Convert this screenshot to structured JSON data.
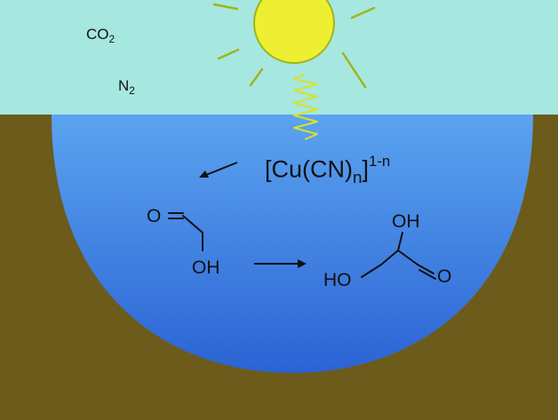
{
  "gases": {
    "co2": {
      "main": "CO",
      "sub": "2"
    },
    "n2": {
      "main": "N",
      "sub": "2"
    }
  },
  "catalyst": {
    "open": "[Cu(CN)",
    "sub": "n",
    "close": "]",
    "sup": "1-n"
  },
  "molecules": {
    "glycolaldehyde": {
      "o_label": "O",
      "oh_label": "OH"
    },
    "glyceraldehyde": {
      "ho_label": "HO",
      "oh_label": "OH",
      "o_label": "O"
    }
  },
  "colors": {
    "sky": "#a6e7e0",
    "ground": "#6c5b1a",
    "water_light": "#5ba4f0",
    "water_dark": "#2b63d4",
    "sun": "#eeee33",
    "sun_stroke": "#9fb51a",
    "ink": "#111111"
  },
  "icons": [
    "sun-icon",
    "radiation-wave-icon",
    "reaction-arrow-icon"
  ]
}
